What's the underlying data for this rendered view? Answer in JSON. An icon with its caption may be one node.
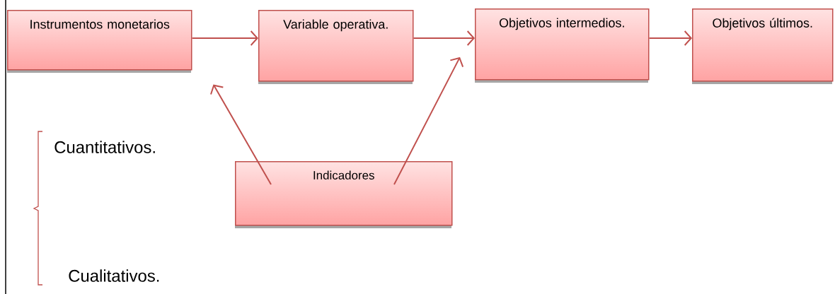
{
  "diagram": {
    "nodes": [
      {
        "text": [
          "Instrumentos monetarios"
        ]
      },
      {
        "text": [
          "Variable operativa."
        ]
      },
      {
        "text": [
          "Objetivos intermedios."
        ]
      },
      {
        "text": [
          "Objetivos últimos."
        ]
      },
      {
        "text": [
          "Indicadores"
        ]
      }
    ],
    "edges": [
      {
        "from": 0,
        "to": 1,
        "arrow": "to"
      },
      {
        "from": 1,
        "to": 2,
        "arrow": "to"
      },
      {
        "from": 2,
        "to": 3,
        "arrow": "to"
      },
      {
        "from": 4,
        "to": 0,
        "arrow": "to"
      },
      {
        "from": 4,
        "to": 2,
        "arrow": "to"
      }
    ],
    "labels": [
      "Cuantitativos.",
      "Cualitativos."
    ]
  }
}
